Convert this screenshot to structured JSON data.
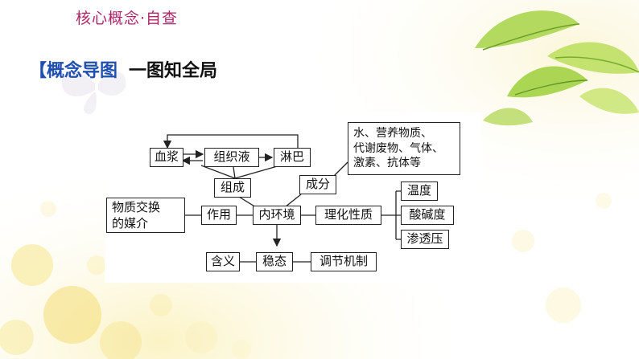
{
  "header": {
    "title": "核心概念·自查"
  },
  "section": {
    "bracket_label": "【概念导图",
    "subtitle": "一图知全局"
  },
  "concept_map": {
    "blood_plasma": "血浆",
    "tissue_fluid": "组织液",
    "lymph": "淋巴",
    "composition": "组成",
    "components": "成分",
    "components_detail": "水、营养物质、\n代谢废物、气体、\n激素、抗体等",
    "exchange_medium": "物质交换\n的媒介",
    "function": "作用",
    "internal_environment": "内环境",
    "physicochemical": "理化性质",
    "temperature": "温度",
    "ph": "酸碱度",
    "osmotic_pressure": "渗透压",
    "meaning": "含义",
    "homeostasis": "稳态",
    "regulation": "调节机制"
  },
  "colors": {
    "header_accent": "#b0256a",
    "section_blue": "#1f4fb0",
    "leaf_green": "#9ccf3a",
    "line_black": "#222222"
  }
}
